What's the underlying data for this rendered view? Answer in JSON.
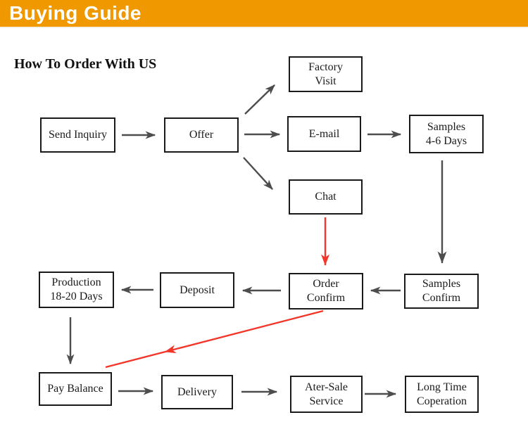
{
  "header": {
    "title": "Buying Guide",
    "bg_color": "#ef9800",
    "text_color": "#ffffff"
  },
  "heading": "How To Order With US",
  "flowchart": {
    "nodes": [
      {
        "id": "send-inquiry",
        "label": "Send Inquiry"
      },
      {
        "id": "offer",
        "label": "Offer"
      },
      {
        "id": "factory-visit",
        "label": "Factory\nVisit"
      },
      {
        "id": "email",
        "label": "E-mail"
      },
      {
        "id": "chat",
        "label": "Chat"
      },
      {
        "id": "samples-days",
        "label": "Samples\n4-6 Days"
      },
      {
        "id": "samples-confirm",
        "label": "Samples\nConfirm"
      },
      {
        "id": "order-confirm",
        "label": "Order\nConfirm"
      },
      {
        "id": "deposit",
        "label": "Deposit"
      },
      {
        "id": "production",
        "label": "Production\n18-20 Days"
      },
      {
        "id": "pay-balance",
        "label": "Pay Balance"
      },
      {
        "id": "delivery",
        "label": "Delivery"
      },
      {
        "id": "after-sale",
        "label": "Ater-Sale\nService"
      },
      {
        "id": "long-time",
        "label": "Long Time\nCoperation"
      }
    ],
    "edges": [
      {
        "from": "send-inquiry",
        "to": "offer",
        "color": "gray"
      },
      {
        "from": "offer",
        "to": "factory-visit",
        "color": "gray"
      },
      {
        "from": "offer",
        "to": "email",
        "color": "gray"
      },
      {
        "from": "offer",
        "to": "chat",
        "color": "gray"
      },
      {
        "from": "email",
        "to": "samples-days",
        "color": "gray"
      },
      {
        "from": "samples-days",
        "to": "samples-confirm",
        "color": "gray"
      },
      {
        "from": "samples-confirm",
        "to": "order-confirm",
        "color": "gray"
      },
      {
        "from": "chat",
        "to": "order-confirm",
        "color": "red"
      },
      {
        "from": "order-confirm",
        "to": "deposit",
        "color": "gray"
      },
      {
        "from": "deposit",
        "to": "production",
        "color": "gray"
      },
      {
        "from": "production",
        "to": "pay-balance",
        "color": "gray"
      },
      {
        "from": "order-confirm",
        "to": "pay-balance",
        "color": "red"
      },
      {
        "from": "pay-balance",
        "to": "delivery",
        "color": "gray"
      },
      {
        "from": "delivery",
        "to": "after-sale",
        "color": "gray"
      },
      {
        "from": "after-sale",
        "to": "long-time",
        "color": "gray"
      }
    ],
    "colors": {
      "arrow": "#4d4d4d",
      "highlight_arrow": "#f3362a",
      "box_border": "#1a1a1a",
      "box_text": "#1a1a1a"
    }
  }
}
